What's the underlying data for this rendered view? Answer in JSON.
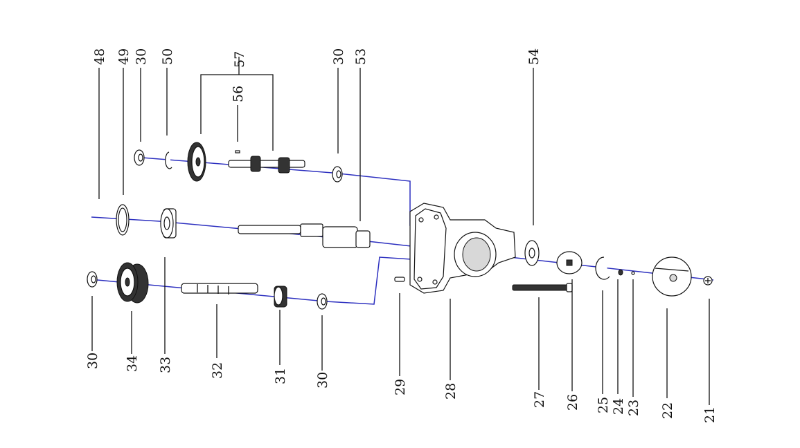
{
  "colors": {
    "axis": "#2c2fbf",
    "ink": "#111111"
  },
  "labels": {
    "p48": "48",
    "p49": "49",
    "p30a": "30",
    "p50": "50",
    "p57": "57",
    "p56": "56",
    "p30b": "30",
    "p53": "53",
    "p54": "54",
    "p30c": "30",
    "p34": "34",
    "p33": "33",
    "p32": "32",
    "p31": "31",
    "p30d": "30",
    "p29": "29",
    "p28": "28",
    "p27": "27",
    "p26": "26",
    "p25": "25",
    "p24": "24",
    "p23": "23",
    "p22": "22",
    "p21": "21"
  }
}
